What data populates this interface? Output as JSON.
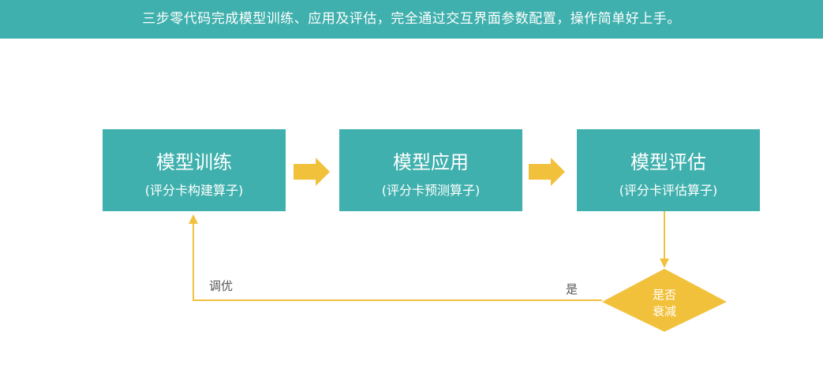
{
  "banner": {
    "text": "三步零代码完成模型训练、应用及评估，完全通过交互界面参数配置，操作简单好上手。"
  },
  "steps": [
    {
      "title": "模型训练",
      "subtitle": "(评分卡构建算子)"
    },
    {
      "title": "模型应用",
      "subtitle": "(评分卡预测算子)"
    },
    {
      "title": "模型评估",
      "subtitle": "(评分卡评估算子)"
    }
  ],
  "decision": {
    "line1": "是否",
    "line2": "衰减"
  },
  "labels": {
    "yes": "是",
    "tune": "调优"
  },
  "colors": {
    "teal": "#3fb0ad",
    "yellow": "#f2c13c",
    "white": "#ffffff"
  }
}
